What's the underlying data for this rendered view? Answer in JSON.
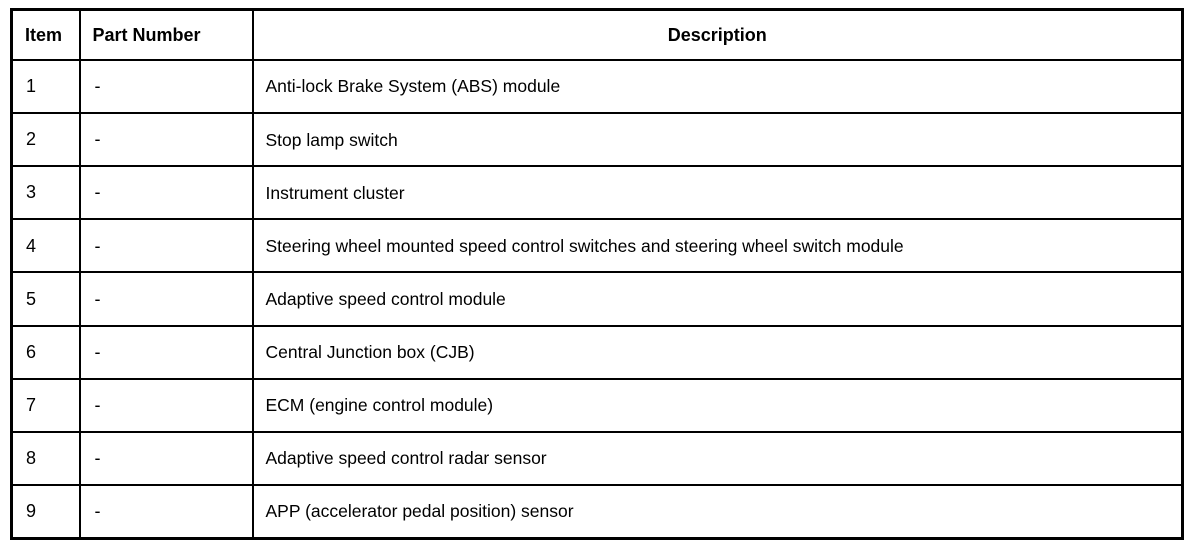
{
  "table": {
    "columns": [
      {
        "key": "item",
        "label": "Item",
        "align": "left"
      },
      {
        "key": "part_number",
        "label": "Part Number",
        "align": "left"
      },
      {
        "key": "description",
        "label": "Description",
        "align": "center"
      }
    ],
    "rows": [
      {
        "item": "1",
        "part_number": "-",
        "description": "Anti-lock Brake System (ABS) module"
      },
      {
        "item": "2",
        "part_number": "-",
        "description": "Stop lamp switch"
      },
      {
        "item": "3",
        "part_number": "-",
        "description": "Instrument cluster"
      },
      {
        "item": "4",
        "part_number": "-",
        "description": "Steering wheel mounted speed control switches and steering wheel switch module"
      },
      {
        "item": "5",
        "part_number": "-",
        "description": "Adaptive speed control module"
      },
      {
        "item": "6",
        "part_number": "-",
        "description": "Central Junction box (CJB)"
      },
      {
        "item": "7",
        "part_number": "-",
        "description": "ECM (engine control module)"
      },
      {
        "item": "8",
        "part_number": "-",
        "description": "Adaptive speed control radar sensor"
      },
      {
        "item": "9",
        "part_number": "-",
        "description": "APP (accelerator pedal position) sensor"
      }
    ]
  },
  "style": {
    "border_color": "#000000",
    "text_color": "#000000",
    "background": "#ffffff"
  }
}
